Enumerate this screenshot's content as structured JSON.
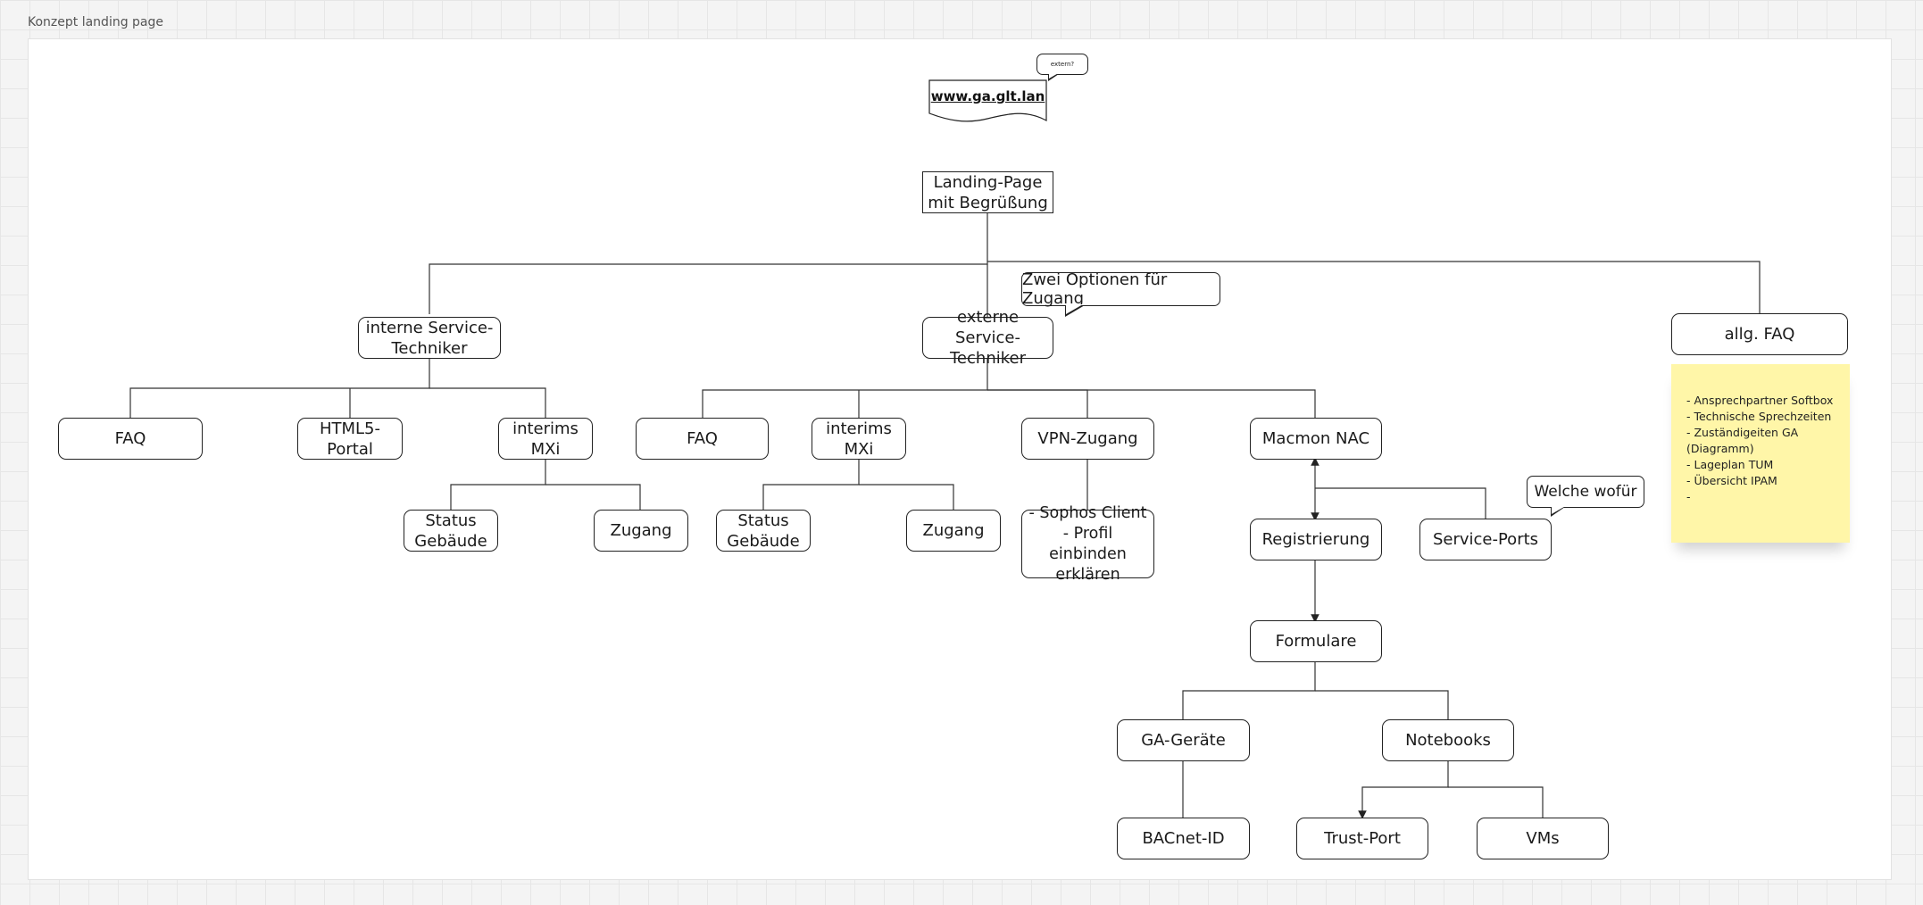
{
  "frame": {
    "title": "Konzept landing page"
  },
  "url_node": {
    "label": "www.ga.glt.lan",
    "callout": "extern?"
  },
  "nodes": {
    "landing": "Landing-Page mit Begrüßung",
    "interne": "interne Service-Techniker",
    "externe": "externe Service-Techniker",
    "allg_faq": "allg. FAQ",
    "int_faq": "FAQ",
    "int_html5": "HTML5-Portal",
    "int_interims": "interims MXi",
    "int_status": "Status Gebäude",
    "int_zugang": "Zugang",
    "ext_faq": "FAQ",
    "ext_interims": "interims MXi",
    "ext_status": "Status Gebäude",
    "ext_zugang": "Zugang",
    "vpn": "VPN-Zugang",
    "vpn_detail": "- Sophos Client\n- Profil einbinden erklären",
    "macmon": "Macmon NAC",
    "registrierung": "Registrierung",
    "service_ports": "Service-Ports",
    "formulare": "Formulare",
    "ga_geraete": "GA-Geräte",
    "notebooks": "Notebooks",
    "bacnet": "BACnet-ID",
    "trust_port": "Trust-Port",
    "vms": "VMs"
  },
  "callouts": {
    "zwei_optionen": "Zwei Optionen für Zugang",
    "welche_wofuer": "Welche wofür"
  },
  "sticky_note": {
    "items": [
      "- Ansprechpartner Softbox",
      "- Technische Sprechzeiten",
      "- Zuständigeiten GA (Diagramm)",
      "- Lageplan TUM",
      "- Übersicht IPAM",
      "-"
    ],
    "color": "#fff6a8"
  }
}
